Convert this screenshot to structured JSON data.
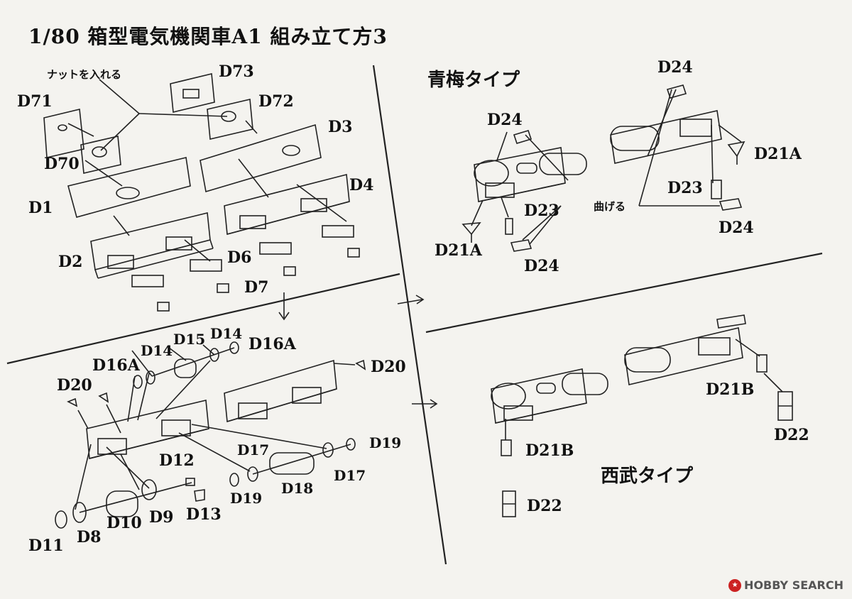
{
  "title": "1/80 箱型電気機関車A1 組み立て方3",
  "notes": {
    "nut": "ナットを入れる",
    "bend": "曲げる",
    "ome_type": "青梅タイプ",
    "seibu_type": "西武タイプ"
  },
  "parts": {
    "D73": "D73",
    "D71": "D71",
    "D72": "D72",
    "D3": "D3",
    "D70": "D70",
    "D1": "D1",
    "D4": "D4",
    "D2": "D2",
    "D6": "D6",
    "D7": "D7",
    "D24a": "D24",
    "D24b": "D24",
    "D24c": "D24",
    "D24d": "D24",
    "D21Aa": "D21A",
    "D21Ab": "D21A",
    "D23a": "D23",
    "D23b": "D23",
    "D14a": "D14",
    "D14b": "D14",
    "D15": "D15",
    "D16Aa": "D16A",
    "D16Ab": "D16A",
    "D20a": "D20",
    "D20b": "D20",
    "D12": "D12",
    "D17a": "D17",
    "D17b": "D17",
    "D19a": "D19",
    "D19b": "D19",
    "D18": "D18",
    "D11": "D11",
    "D8": "D8",
    "D10": "D10",
    "D9": "D9",
    "D13": "D13",
    "D21Ba": "D21B",
    "D21Bb": "D21B",
    "D22a": "D22",
    "D22b": "D22"
  },
  "watermark": {
    "badge": "★",
    "text": "HOBBY SEARCH"
  }
}
